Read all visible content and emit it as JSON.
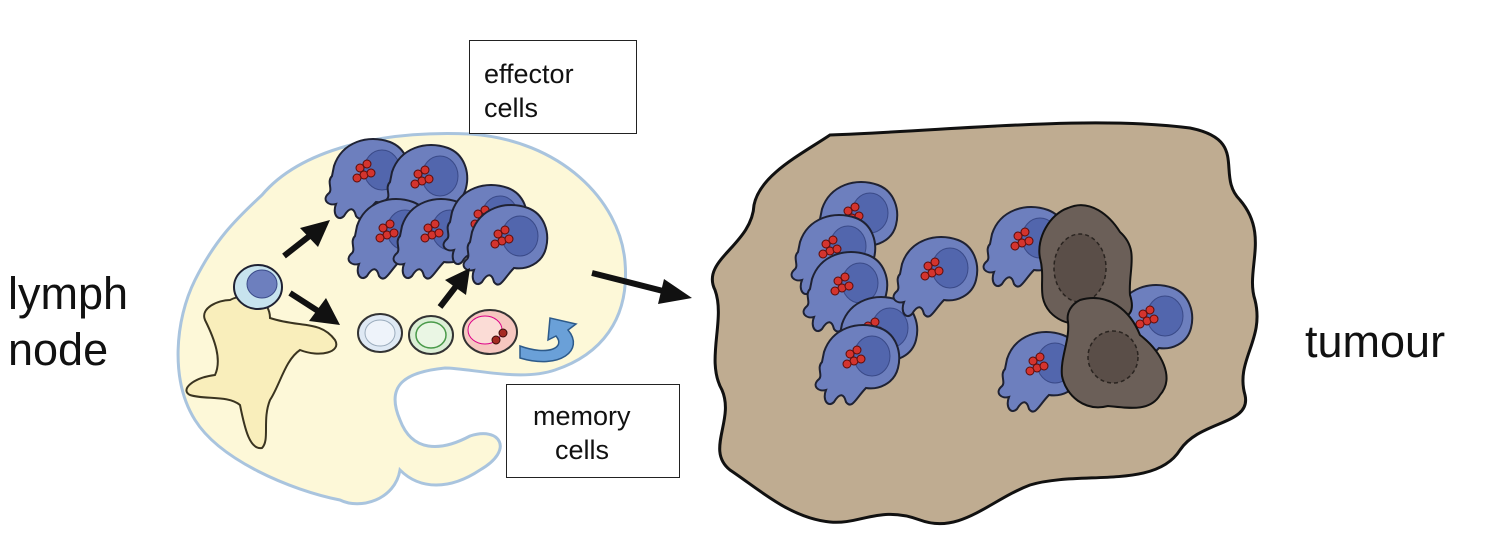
{
  "labels": {
    "lymph_node_line1": "lymph",
    "lymph_node_line2": "node",
    "tumour": "tumour"
  },
  "boxes": {
    "effector_line1": "effector",
    "effector_line2": "cells",
    "memory_line1": "memory",
    "memory_line2": "cells"
  },
  "colors": {
    "lymph_node_fill": "#fdf8d8",
    "lymph_node_outline": "#a9c4de",
    "dendritic_fill": "#f9eebb",
    "tcell_fill": "#6d7fbe",
    "tcell_nucleus": "#5266ad",
    "granule": "#d4342e",
    "tumour_fill": "#bfac91",
    "cancer_cell": "#6b5f58",
    "cancer_nucleus": "#5a4e48",
    "memory_blue": "#dfe9f4",
    "memory_green": "#dcefd6",
    "memory_red": "#f6c7c0",
    "recycle_arrow": "#6aa0d8"
  }
}
